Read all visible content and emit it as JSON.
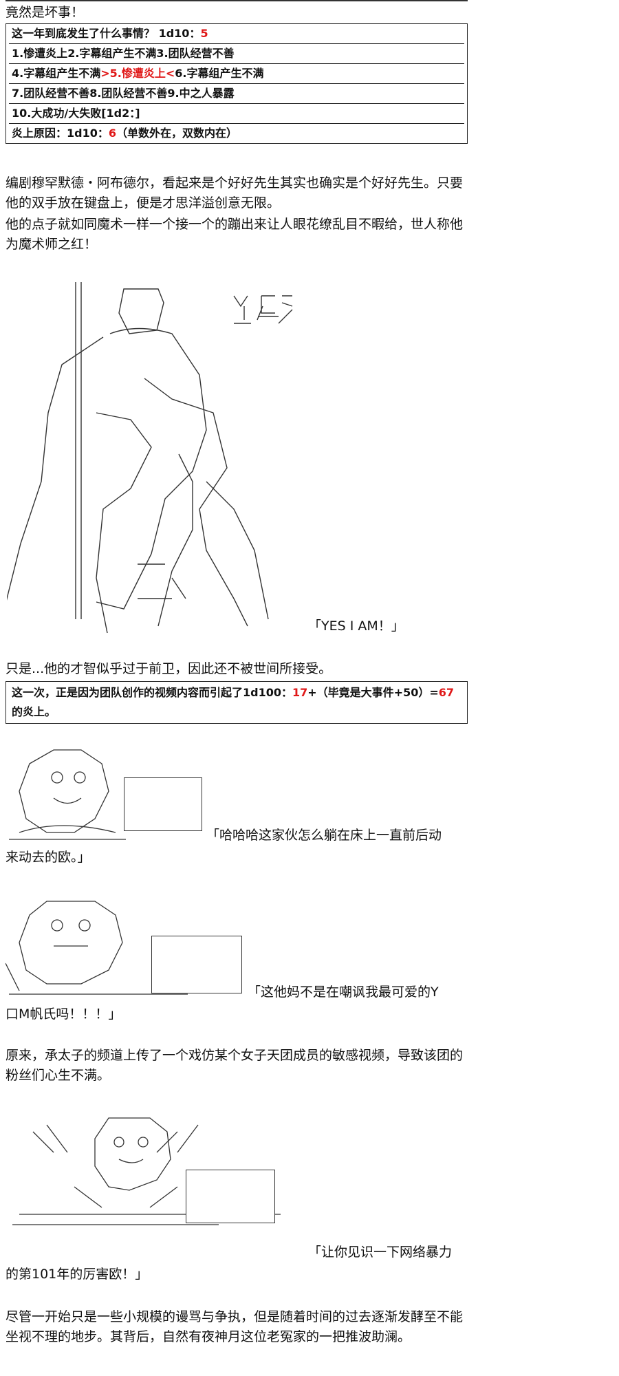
{
  "intro_line": "竟然是坏事！",
  "table": {
    "rows": [
      {
        "text": "这一年到底发生了什么事情？ 1d10：",
        "value": "5"
      },
      {
        "text": "1.惨遭炎上2.字幕组产生不满3.团队经营不善"
      },
      {
        "pre": "4.字幕组产生不满",
        "highlight": ">5.惨遭炎上<",
        "post": "6.字幕组产生不满"
      },
      {
        "text": "7.团队经营不善8.团队经营不善9.中之人暴露"
      },
      {
        "text": "10.大成功/大失败[1d2：]"
      },
      {
        "text": "炎上原因：1d10：",
        "value": "6",
        "post": "（单数外在，双数内在）"
      }
    ]
  },
  "para1": "编剧穆罕默德・阿布德尔，看起来是个好好先生其实也确实是个好好先生。只要他的双手放在键盘上，便是才思洋溢创意无限。",
  "para2": "他的点子就如同魔术一样一个接一个的蹦出来让人眼花缭乱目不暇给，世人称他为魔术师之红！",
  "quote_yes": "「YES I AM！」",
  "para3": "只是...他的才智似乎过于前卫，因此还不被世间所接受。",
  "box2": {
    "pre": "这一次，正是因为团队创作的视频内容而引起了1d100：",
    "v1": "17",
    "mid": "+（毕竟是大事件+50）=",
    "v2": "67",
    "post": "的炎上。"
  },
  "quote2_a": "「哈哈哈这家伙怎么躺在床上一直前后动",
  "quote2_b": "来动去的欧。」",
  "quote3_a": "「这他妈不是在嘲讽我最可爱的Y",
  "quote3_b": "口M帆氏吗！！！」",
  "para4": "原来，承太子的频道上传了一个戏仿某个女子天团成员的敏感视频，导致该团的粉丝们心生不满。",
  "quote4_a": "「让你见识一下网络暴力",
  "quote4_b": "的第101年的厉害欧！」",
  "para5": "尽管一开始只是一些小规模的谩骂与争执，但是随着时间的过去逐渐发酵至不能坐视不理的地步。其背后，自然有夜神月这位老冤家的一把推波助澜。"
}
